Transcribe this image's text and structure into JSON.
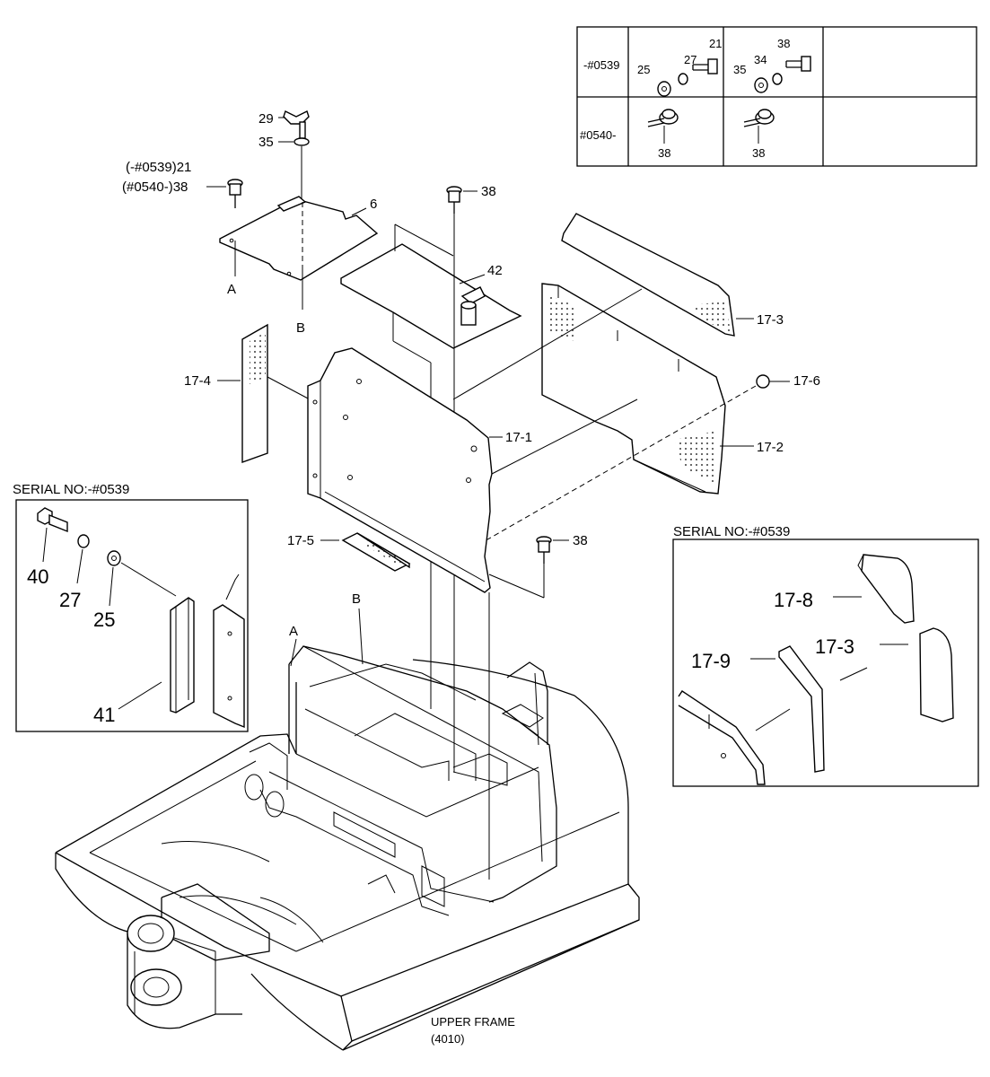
{
  "table": {
    "row1": "-#0539",
    "row2": "#0540-",
    "c1_21": "21",
    "c1_27": "27",
    "c1_25": "25",
    "c2_38": "38",
    "c2_34": "34",
    "c2_35": "35",
    "r2c1_38": "38",
    "r2c2_38": "38"
  },
  "labels": {
    "p29": "29",
    "p35": "35",
    "p21_line1": "(-#0539)21",
    "p38_line2": "(#0540-)38",
    "p6": "6",
    "refA_top": "A",
    "refB_top": "B",
    "p38_top": "38",
    "p42": "42",
    "p17_3": "17-3",
    "p17_4": "17-4",
    "p17_6": "17-6",
    "p17_1": "17-1",
    "p17_2": "17-2",
    "p17_5": "17-5",
    "p38_mid": "38",
    "refA_frame": "A",
    "refB_frame": "B",
    "frame_line1": "UPPER FRAME",
    "frame_line2": "(4010)"
  },
  "inset_left": {
    "title": "SERIAL NO:-#0539",
    "p40": "40",
    "p27": "27",
    "p25": "25",
    "p41": "41"
  },
  "inset_right": {
    "title": "SERIAL NO:-#0539",
    "p17_8": "17-8",
    "p17_9": "17-9",
    "p17_3": "17-3"
  }
}
